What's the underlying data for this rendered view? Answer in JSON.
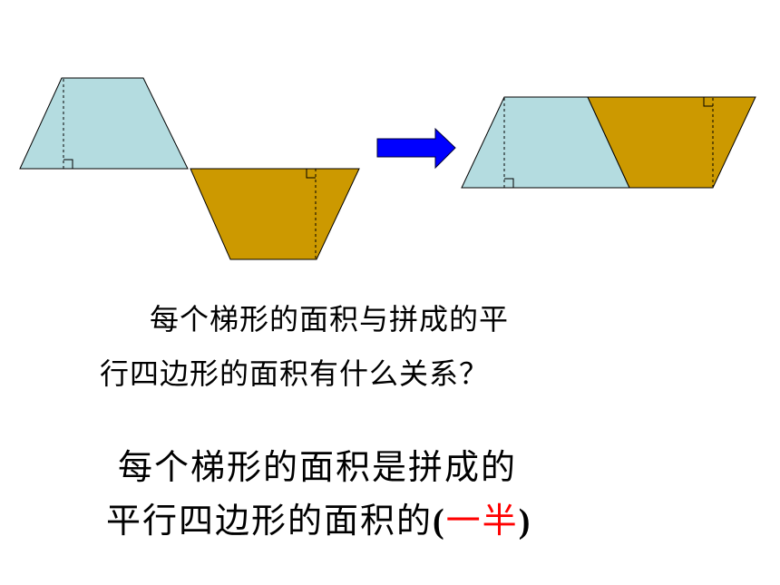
{
  "colors": {
    "trapezoid_light": "#b4dce0",
    "trapezoid_dark": "#cc9900",
    "arrow": "#0000ff",
    "answer_highlight": "#ff0000",
    "outline": "#000000"
  },
  "icons": {
    "arrow": "right-arrow-icon",
    "right_angle": "right-angle-mark-icon"
  },
  "question": {
    "line1": "每个梯形的面积与拼成的平",
    "line2": "行四边形的面积有什么关系？"
  },
  "answer": {
    "line1": "每个梯形的面积是拼成的",
    "line2_prefix": "平行四边形的面积的",
    "open_paren": "(",
    "fill": "一半",
    "close_paren": ")"
  }
}
